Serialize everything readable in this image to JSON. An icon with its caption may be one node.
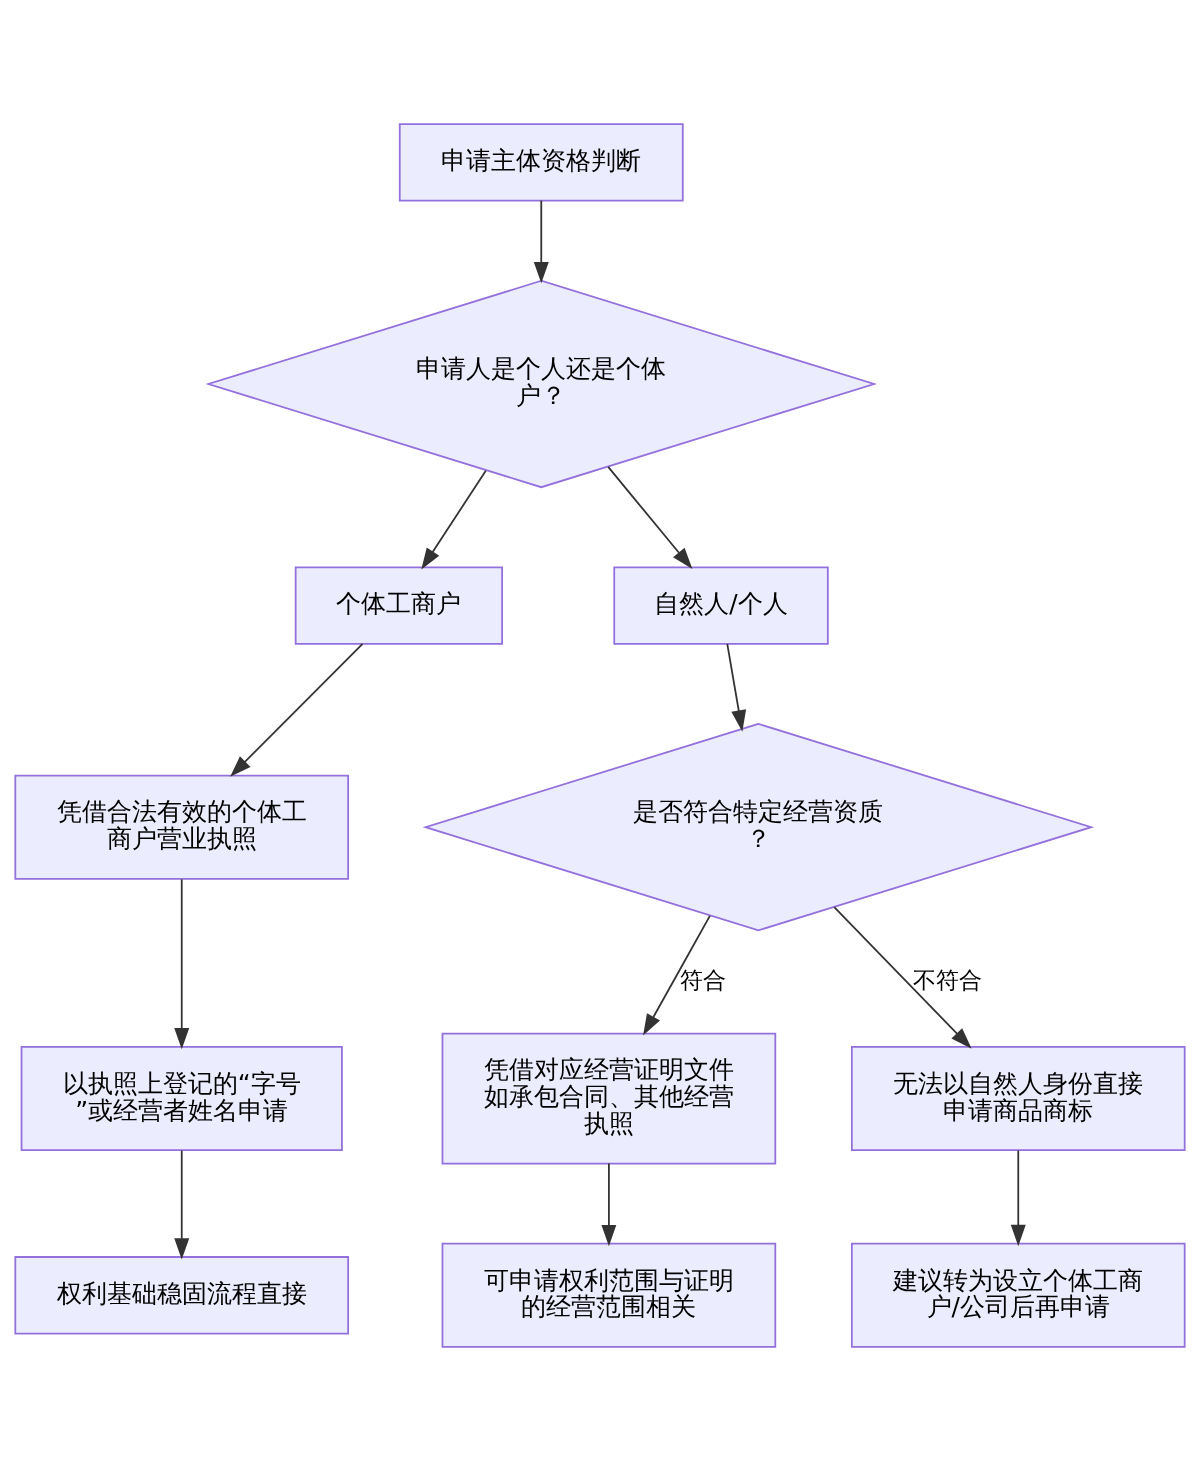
{
  "diagram": {
    "nodes": [
      {
        "text": [
          "申请主体资格判断"
        ]
      },
      {
        "text": [
          "申请人是个人还是个体户？"
        ]
      },
      {
        "text": [
          "个体工商户"
        ]
      },
      {
        "text": [
          "自然人/个人"
        ]
      },
      {
        "text": [
          "凭借合法有效的个体工商户营业执照"
        ]
      },
      {
        "text": [
          "是否符合特定经营资质？"
        ]
      },
      {
        "text": [
          "以执照上登记的“字号”或经营者姓名申请"
        ]
      },
      {
        "text": [
          "凭借对应经营证明文件如承包合同、其他经营执照"
        ]
      },
      {
        "text": [
          "无法以自然人身份直接申请商品商标"
        ]
      },
      {
        "text": [
          "权利基础稳固流程直接"
        ]
      },
      {
        "text": [
          "可申请权利范围与证明的经营范围相关"
        ]
      },
      {
        "text": [
          "建议转为设立个体工商户/公司后再申请"
        ]
      }
    ],
    "edges": [
      {
        "from": 0,
        "to": 1,
        "arrow": "to"
      },
      {
        "from": 1,
        "to": 2,
        "arrow": "to"
      },
      {
        "from": 1,
        "to": 3,
        "arrow": "to"
      },
      {
        "from": 2,
        "to": 4,
        "arrow": "to"
      },
      {
        "from": 3,
        "to": 5,
        "arrow": "to"
      },
      {
        "from": 4,
        "to": 6,
        "arrow": "to"
      },
      {
        "from": 5,
        "to": 7,
        "label": "符合",
        "arrow": "to"
      },
      {
        "from": 5,
        "to": 8,
        "label": "不符合",
        "arrow": "to"
      },
      {
        "from": 6,
        "to": 9,
        "arrow": "to"
      },
      {
        "from": 7,
        "to": 10,
        "arrow": "to"
      },
      {
        "from": 8,
        "to": 11,
        "arrow": "to"
      }
    ]
  }
}
